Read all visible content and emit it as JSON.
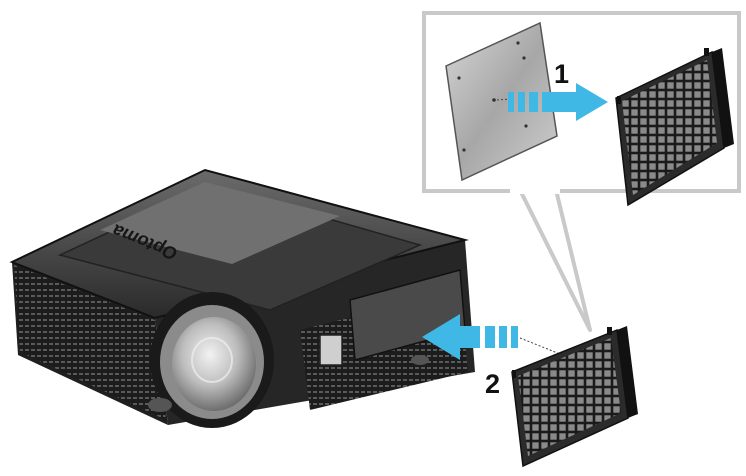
{
  "steps": [
    {
      "number": "1"
    },
    {
      "number": "2"
    }
  ],
  "projector": {
    "brand": "Optoma"
  },
  "colors": {
    "arrow_cyan": "#3fb8e6",
    "callout_border": "#c9c9c9",
    "filter_dark": "#2b2b2b",
    "body_dark": "#1f1f1f",
    "plate_grey": "#a9a9a9"
  },
  "icons": [
    "arrow-right-icon",
    "arrow-left-icon",
    "filter-cover-icon",
    "projector-icon"
  ]
}
